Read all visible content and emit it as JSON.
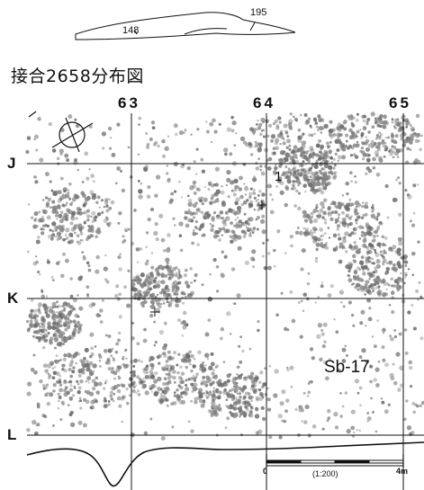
{
  "map": {
    "title": "接合2658分布図",
    "artifact_labels": [
      "148",
      "195"
    ],
    "grid_columns": [
      "63",
      "64",
      "65"
    ],
    "grid_rows": [
      "J",
      "K",
      "L"
    ],
    "point_label": "1",
    "site_label": "Sb-17",
    "scale": {
      "ratio": "(1:200)",
      "start": "0",
      "end": "4m"
    },
    "colors": {
      "ink": "#111111",
      "scatter": "#8a8a8a",
      "scatter_dark": "#6e6e6e",
      "background": "#ffffff"
    }
  }
}
